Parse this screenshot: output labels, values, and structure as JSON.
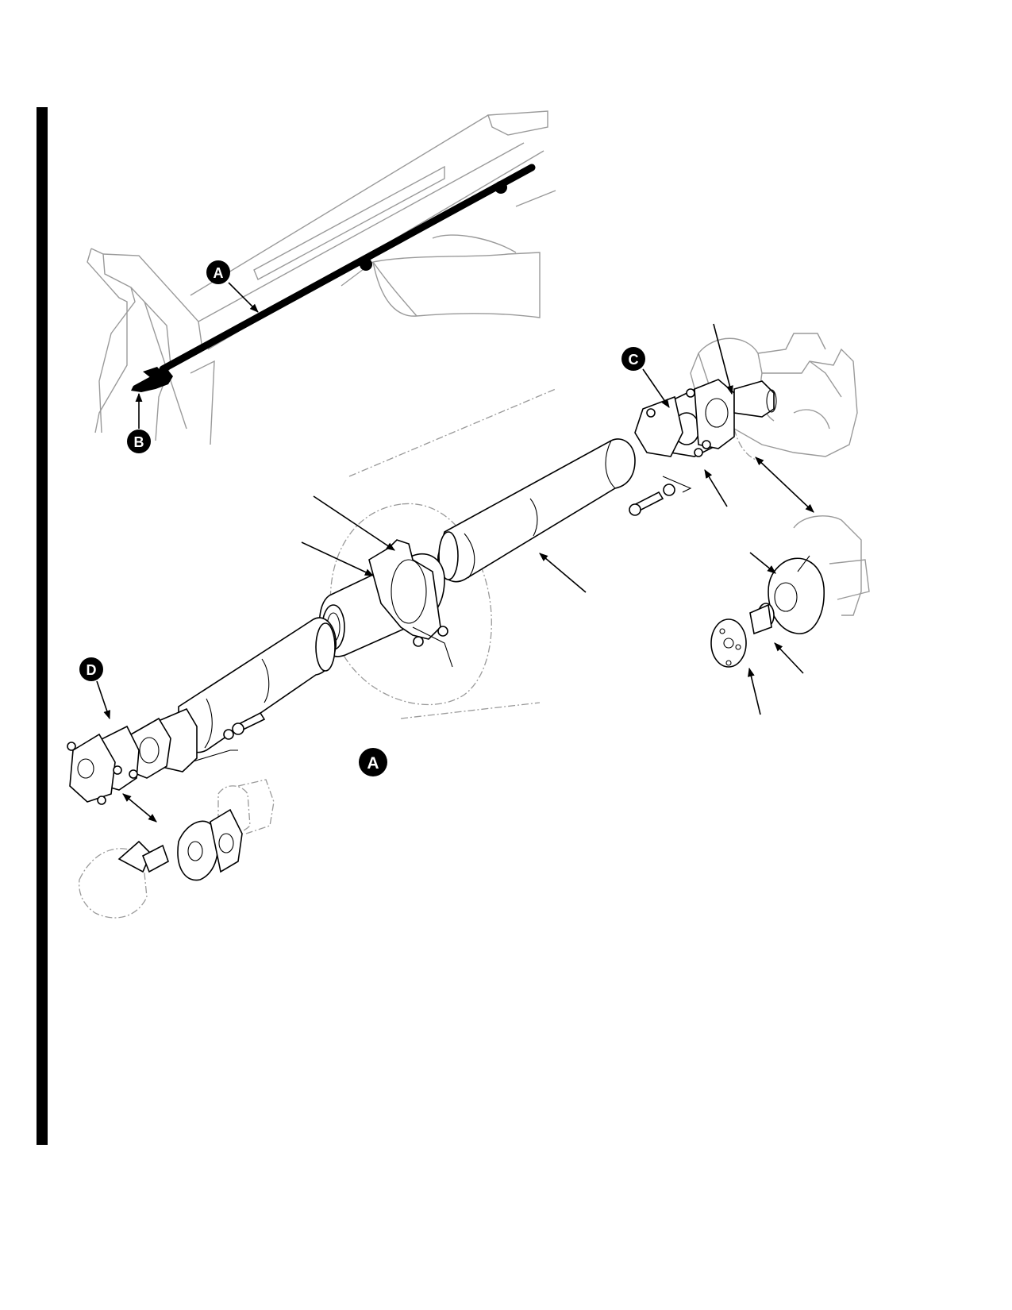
{
  "figure": {
    "callouts": {
      "top_a": "A",
      "top_b": "B",
      "main_c": "C",
      "main_d": "D",
      "main_a": "A"
    }
  }
}
